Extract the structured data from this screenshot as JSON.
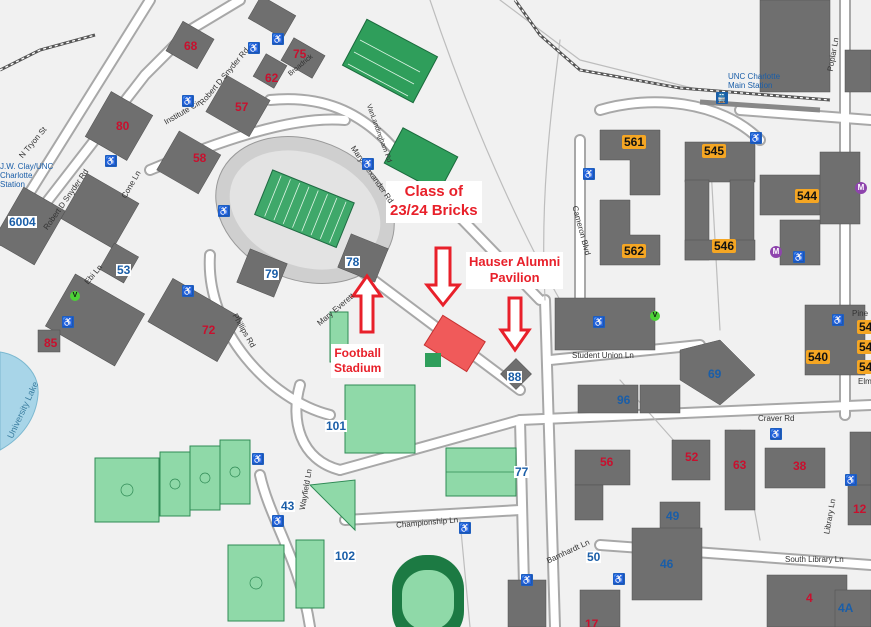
{
  "annotations": {
    "class_of_bricks": [
      "Class of",
      "23/24 Bricks"
    ],
    "hauser": [
      "Hauser Alumni",
      "Pavilion"
    ],
    "football": [
      "Football",
      "Stadium"
    ]
  },
  "buildings": {
    "b68": "68",
    "b75": "75",
    "b62": "62",
    "b57": "57",
    "b80": "80",
    "b58": "58",
    "b6004": "6004",
    "b53": "53",
    "b79": "79",
    "b78": "78",
    "b72": "72",
    "b85": "85",
    "b561": "561",
    "b545": "545",
    "b544": "544",
    "b562": "562",
    "b546": "546",
    "b540": "540",
    "b69": "69",
    "b88": "88",
    "b96": "96",
    "b101": "101",
    "b56": "56",
    "b52": "52",
    "b63": "63",
    "b38": "38",
    "b77": "77",
    "b49": "49",
    "b46": "46",
    "b43": "43",
    "b102": "102",
    "b50": "50",
    "b12": "12",
    "b4": "4",
    "b4A": "4A",
    "b54a": "54",
    "b54b": "54",
    "b54c": "54",
    "b17": "17"
  },
  "places": {
    "station": [
      "UNC Charlotte",
      "Main Station"
    ],
    "jwclay": [
      "J.W. Clay/UNC",
      "Charlotte",
      "Station"
    ],
    "university_lake": "University Lake"
  },
  "streets": {
    "n_tryon": "N Tryon St",
    "robert_snyder_n": "Robert D Snyder Rd",
    "robert_snyder_w": "Robert D Snyder Rd",
    "institute": "Institute Cir",
    "mary_alexander": "Mary Alexander Rd",
    "cameron": "Cameron Blvd",
    "student_union": "Student Union Ln",
    "craver": "Craver Rd",
    "championship": "Championship Ln",
    "barnhardt": "Barnhardt Ln",
    "south_library": "South Library Ln",
    "library": "Library Ln",
    "phillips": "Phillips Rd",
    "poplar": "Poplar Ln",
    "pine": "Pine",
    "elm": "Elm",
    "ebi": "Ebi Ln",
    "mav_everett": "Mary Everett",
    "van_landingham": "VanLandingham Rd",
    "cone": "Cone Ln",
    "broadrick": "Broadrick",
    "wayfield": "Wayfield Ln"
  },
  "icons": {
    "accessible": "accessible-parking-icon",
    "light_rail_station": "light-rail-icon",
    "visitor_parking": "V",
    "metered_parking": "M"
  },
  "colors": {
    "background": "#f1f1f1",
    "building": "#6f6f6f",
    "road": "#ffffff",
    "road_edge": "#a6a6a6",
    "field": "#8fd9a8",
    "field_dark": "#2e8b57",
    "annotation": "#e8202a",
    "brick_area": "#f05a5a",
    "water": "#9fd3e6"
  }
}
